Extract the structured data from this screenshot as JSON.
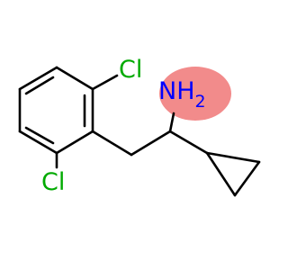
{
  "molecule": {
    "atoms": {
      "cl_top": {
        "text": "Cl",
        "color": "#00aa00"
      },
      "cl_bottom": {
        "text": "Cl",
        "color": "#00aa00"
      },
      "amine": {
        "text": "NH",
        "sub": "2",
        "color": "#0000ff",
        "highlight": "#f28b8b"
      }
    }
  }
}
